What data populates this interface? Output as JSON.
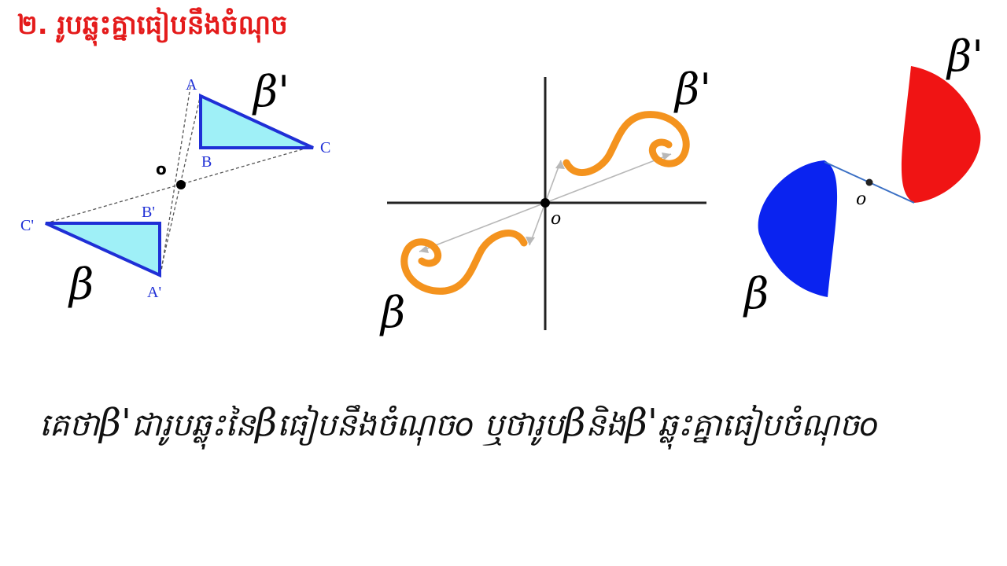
{
  "title": "២. រូបឆ្លុះគ្នាធៀបនឹងចំណុច",
  "figure1": {
    "labels": {
      "A": "A",
      "B": "B",
      "C": "C",
      "A_prime": "A'",
      "B_prime": "B'",
      "C_prime": "C'",
      "O": "o"
    },
    "beta": "β",
    "beta_prime": "β'",
    "colors": {
      "fill": "#9ff0f7",
      "stroke": "#1f2fd6",
      "dash": "#555555"
    }
  },
  "figure2": {
    "origin_label": "o",
    "beta": "β",
    "beta_prime": "β'",
    "colors": {
      "curve": "#f4931e",
      "axes": "#222222",
      "arrow": "#b0b0b0"
    }
  },
  "figure3": {
    "origin_label": "o",
    "beta": "β",
    "beta_prime": "β'",
    "colors": {
      "left_shape": "#0a23f0",
      "right_shape": "#f01414",
      "line": "#3a6fc4"
    }
  },
  "caption": {
    "part1": "គេថា",
    "beta1": "β'",
    "part2": " ជារូបឆ្លុះនៃ",
    "beta2": "β",
    "part3": " ធៀបនឹងចំណុចo ឬថារូប",
    "beta3": "β",
    "part4": " និង",
    "beta4": "β'",
    "part5": "ឆ្លុះគ្នាធៀបចំណុចo"
  }
}
